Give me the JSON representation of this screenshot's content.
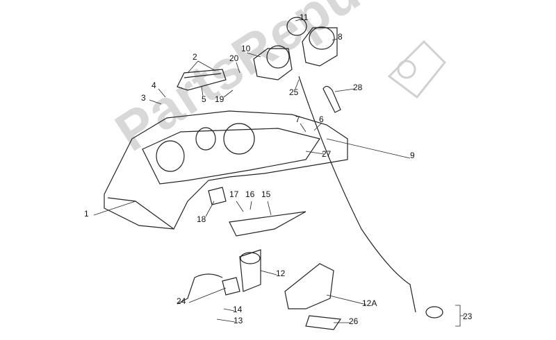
{
  "watermark": "PartsRepublik",
  "callouts": [
    "11",
    "8",
    "2",
    "10",
    "20",
    "4",
    "3",
    "5",
    "19",
    "25",
    "28",
    "7",
    "6",
    "27",
    "9",
    "1",
    "17",
    "16",
    "15",
    "18",
    "12",
    "24",
    "14",
    "13",
    "12A",
    "26",
    "23"
  ],
  "colors": {
    "line": "#222222",
    "watermark": "#d8d8d8"
  }
}
